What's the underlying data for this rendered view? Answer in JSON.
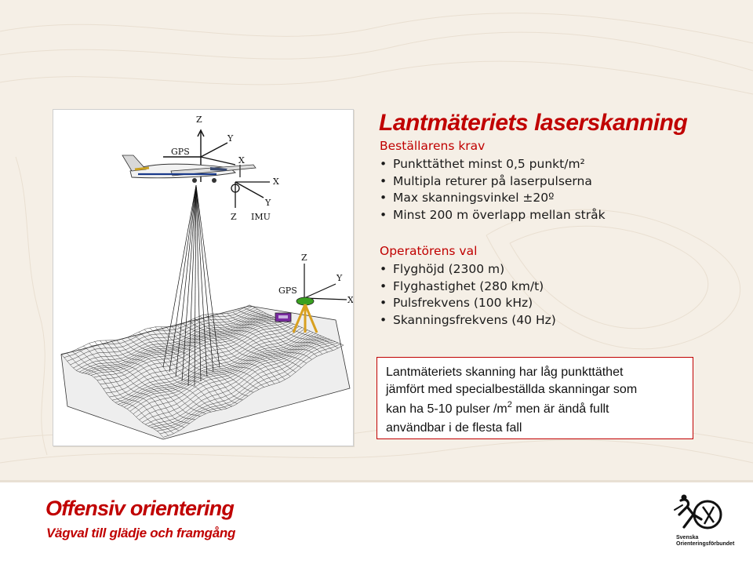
{
  "title": "Lantmäteriets laserskanning",
  "requirements": {
    "heading": "Beställarens krav",
    "items": [
      "Punkttäthet minst 0,5 punkt/m²",
      "Multipla returer på laserpulserna",
      "Max skanningsvinkel ±20º",
      "Minst 200 m överlapp mellan stråk"
    ]
  },
  "operator": {
    "heading": "Operatörens val",
    "items": [
      "Flyghöjd (2300 m)",
      "Flyghastighet (280 km/t)",
      "Pulsfrekvens (100 kHz)",
      "Skanningsfrekvens (40 Hz)"
    ]
  },
  "note": {
    "line1": "Lantmäteriets skanning har låg punkttäthet",
    "line2": "jämfört med specialbeställda skanningar som",
    "line3_pre": "kan ha 5-10 pulser /m",
    "line3_sup": "2",
    "line3_post": " men är ändå fullt",
    "line4": "användbar i de flesta fall"
  },
  "figure": {
    "aircraft_labels": {
      "z": "Z",
      "y": "Y",
      "x": "X",
      "gps": "GPS"
    },
    "imu_labels": {
      "x": "X",
      "y": "Y",
      "z": "Z",
      "imu": "IMU"
    },
    "ground_labels": {
      "z": "Z",
      "y": "Y",
      "x": "X",
      "gps": "GPS"
    }
  },
  "footer": {
    "brand": "Offensiv orientering",
    "tagline": "Vägval till glädje och framgång",
    "logo_line1": "Svenska",
    "logo_line2": "Orienteringsförbundet"
  },
  "colors": {
    "accent_red": "#c00000",
    "slide_background": "#f5efe6"
  },
  "icons": {
    "bullet": "bullet-dot-icon",
    "logo": "orienteering-runner-logo"
  }
}
